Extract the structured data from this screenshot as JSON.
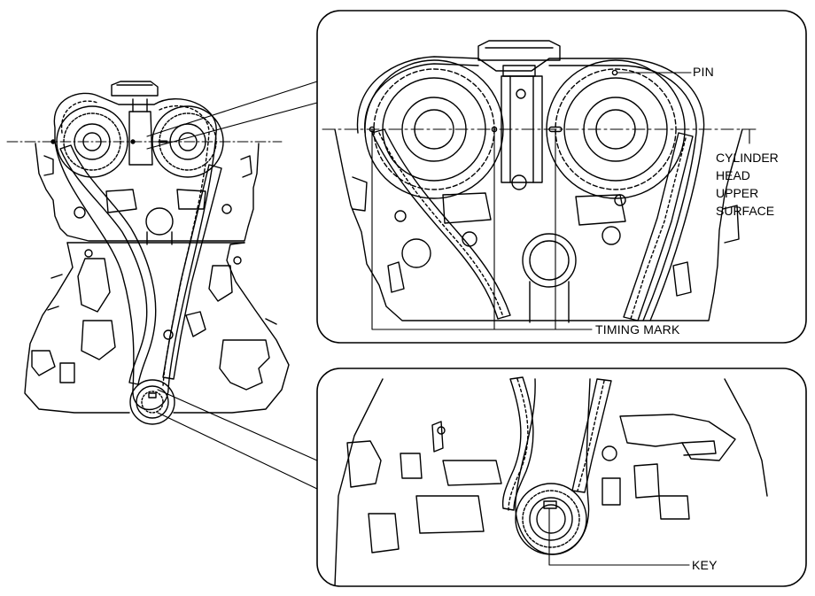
{
  "labels": {
    "pin": "PIN",
    "cylinder_head_upper_surface": [
      "CYLINDER",
      "HEAD",
      "UPPER",
      "SURFACE"
    ],
    "timing_mark": "TIMING MARK",
    "key": "KEY"
  },
  "colors": {
    "line": "#000000",
    "background": "#ffffff"
  }
}
